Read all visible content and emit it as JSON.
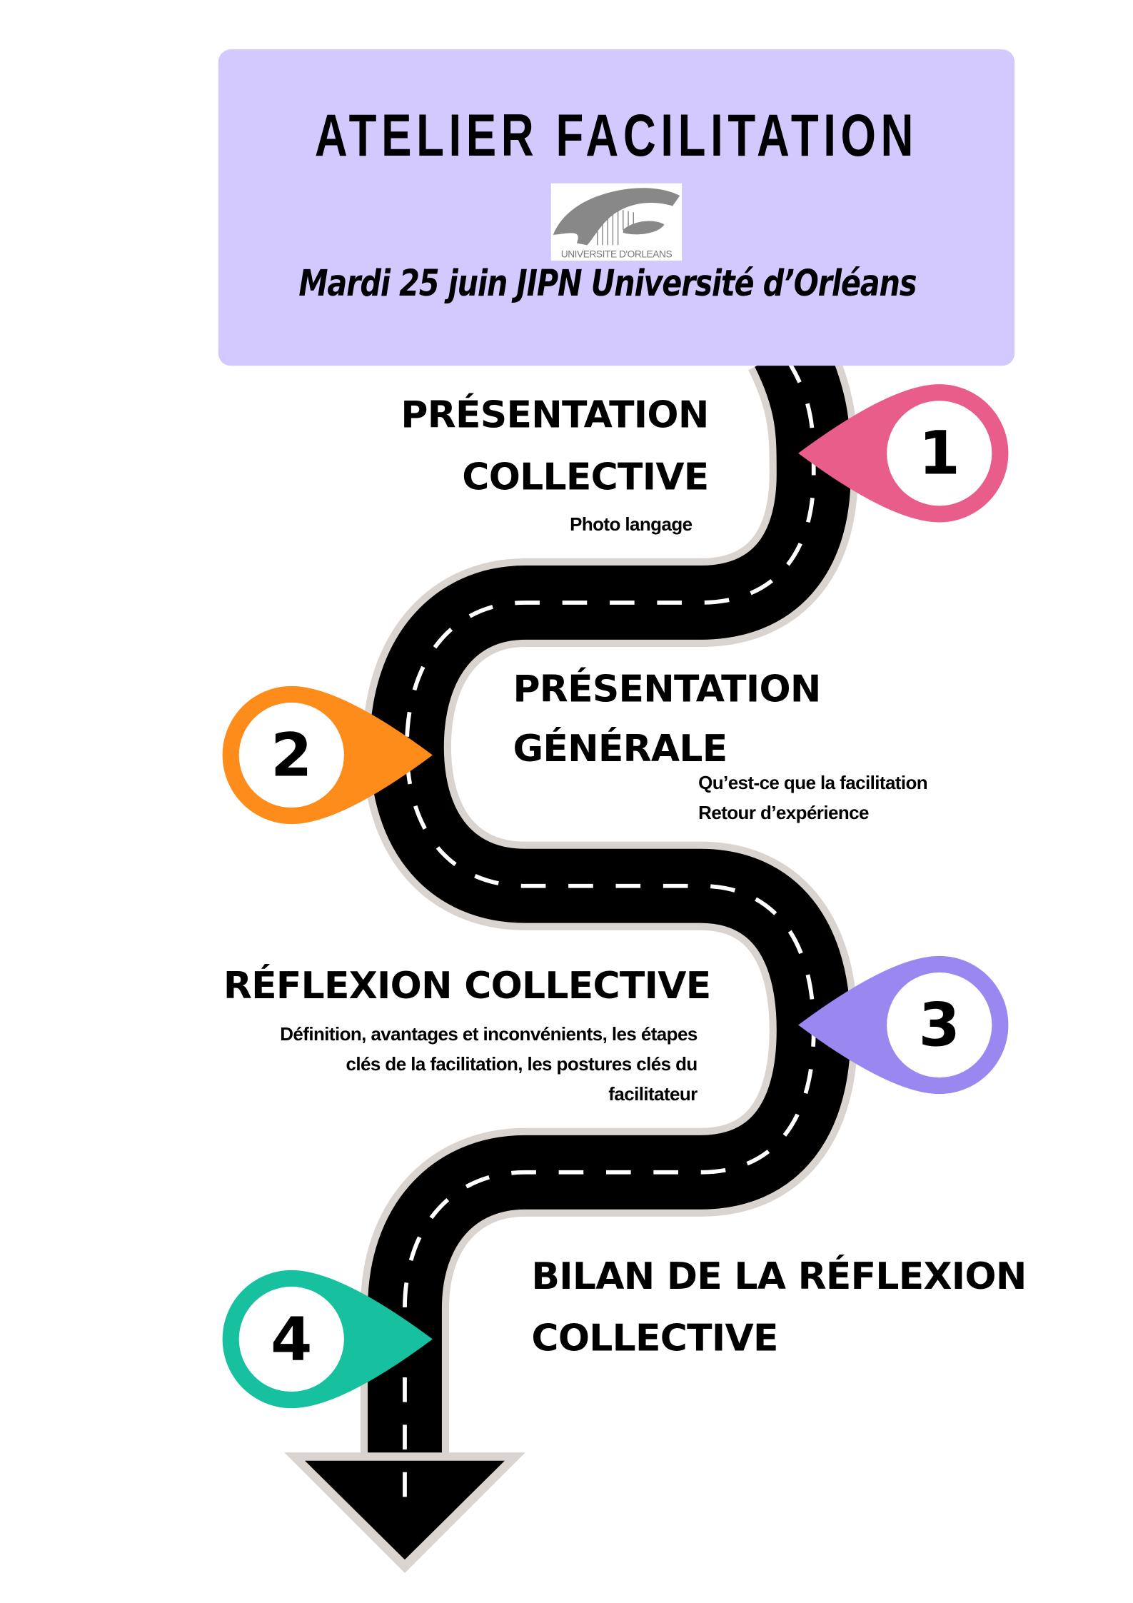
{
  "header": {
    "title": "ATELIER  FACILITATION",
    "logo_text": "UNIVERSITE D'ORLEANS",
    "subtitle": "Mardi 25 juin JIPN Université d’Orléans"
  },
  "steps": [
    {
      "number": "1",
      "color": "#e85d8a",
      "title_lines": [
        "PRÉSENTATION",
        "COLLECTIVE"
      ],
      "details": [
        "Photo langage"
      ]
    },
    {
      "number": "2",
      "color": "#fd8c1a",
      "title_lines": [
        "PRÉSENTATION",
        "GÉNÉRALE"
      ],
      "details": [
        "Qu’est-ce que la facilitation",
        "Retour d’expérience"
      ]
    },
    {
      "number": "3",
      "color": "#9b87f0",
      "title_lines": [
        "RÉFLEXION COLLECTIVE"
      ],
      "details": [
        "Définition, avantages et inconvénients, les étapes",
        "clés de la facilitation, les postures clés du",
        "facilitateur"
      ]
    },
    {
      "number": "4",
      "color": "#17c09e",
      "title_lines": [
        "BILAN DE LA RÉFLEXION",
        "COLLECTIVE"
      ],
      "details": []
    }
  ],
  "colors": {
    "header_bg": "#d3c9fe",
    "road": "#000000",
    "road_border": "#d9d4cf"
  }
}
